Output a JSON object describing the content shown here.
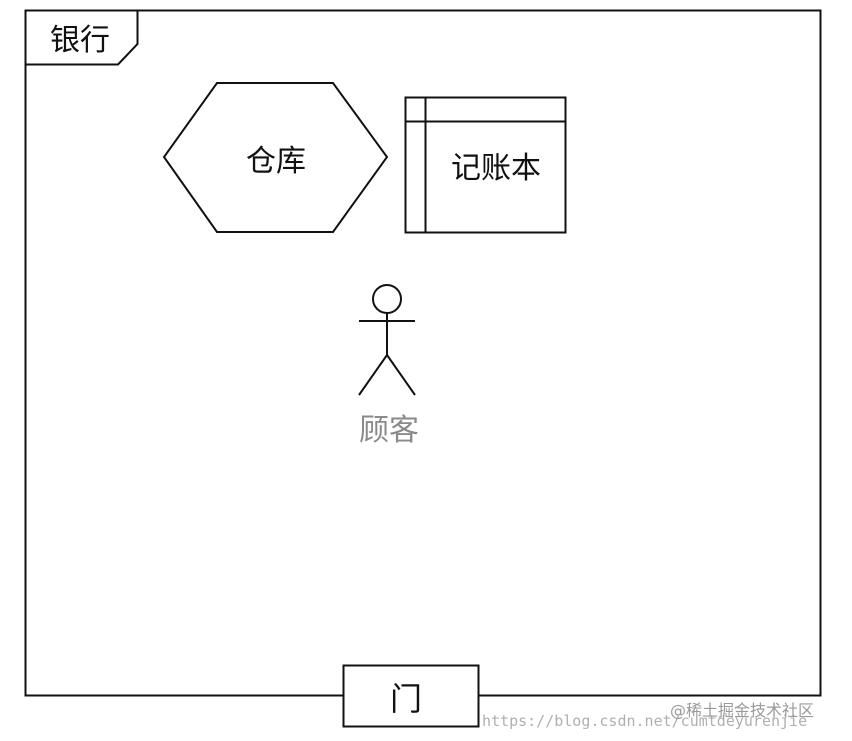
{
  "diagram": {
    "frame_title": "银行",
    "warehouse_label": "仓库",
    "ledger_label": "记账本",
    "customer_label": "顾客",
    "door_label": "门"
  },
  "watermarks": {
    "url": "https://blog.csdn.net/cumtdeyurenjie",
    "brand": "@稀土掘金技术社区"
  }
}
